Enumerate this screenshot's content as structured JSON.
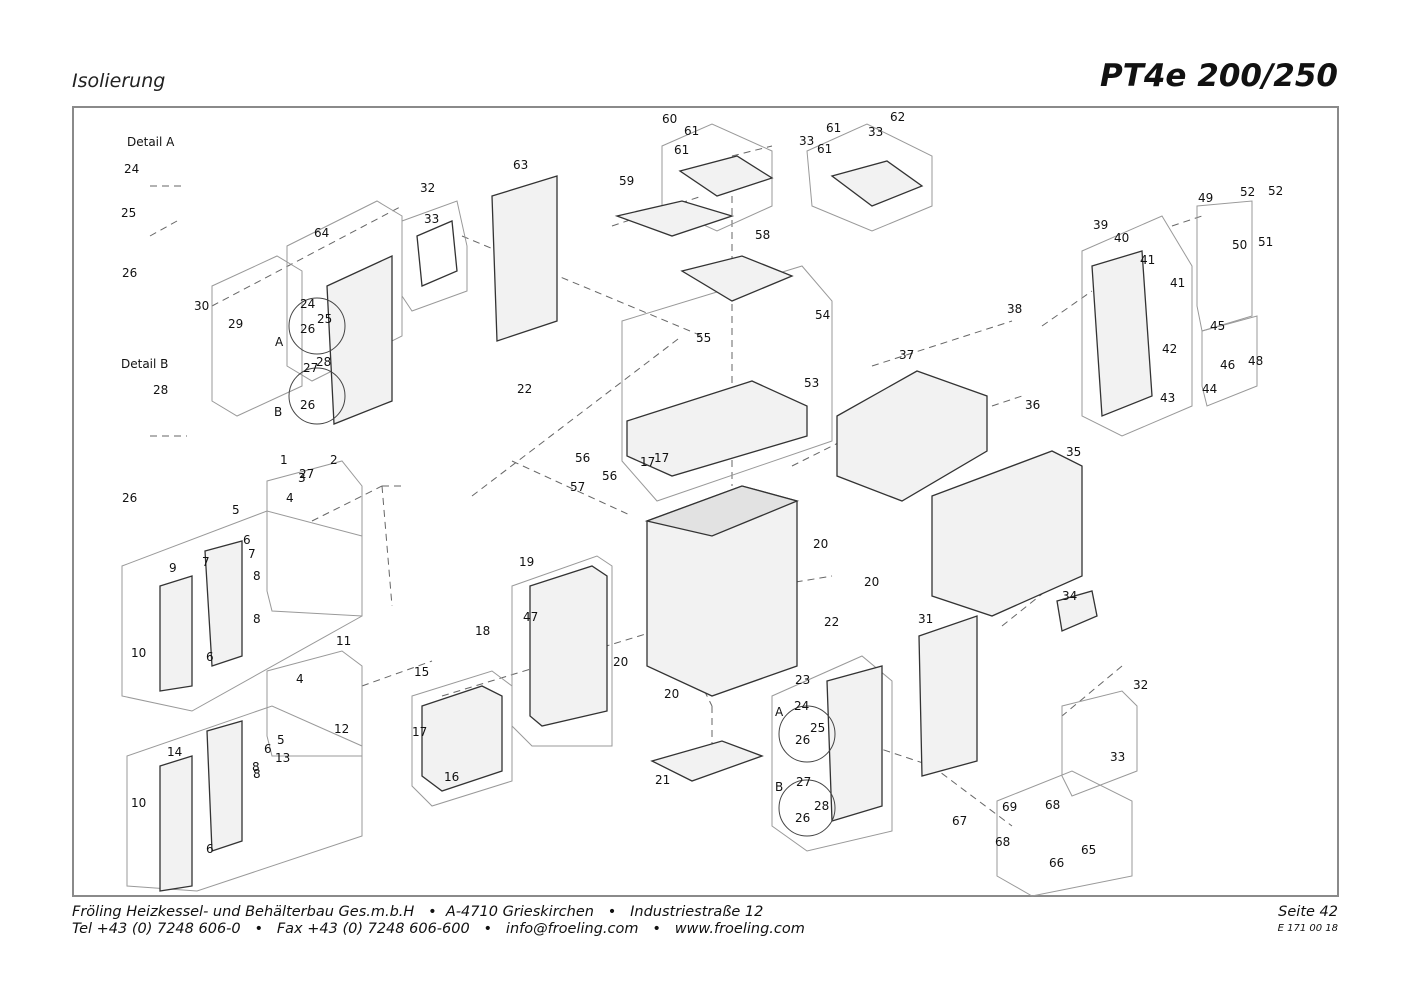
{
  "header": {
    "section": "Isolierung",
    "model": "PT4e 200/250"
  },
  "footer": {
    "company_line": "Fröling Heizkessel- und Behälterbau Ges.m.b.H   •  A-4710 Grieskirchen   •   Industriestraße 12",
    "contact_line": "Tel +43 (0) 7248 606-0   •   Fax +43 (0) 7248 606-600   •   info@froeling.com   •   www.froeling.com",
    "page": "Seite 42",
    "doc_code": "E 171 00 18"
  },
  "diagram": {
    "detail_labels": [
      "Detail A",
      "Detail B",
      "A",
      "B",
      "A",
      "B"
    ],
    "part_numbers": [
      "1",
      "2",
      "3",
      "4",
      "4",
      "5",
      "5",
      "6",
      "6",
      "6",
      "6",
      "7",
      "7",
      "8",
      "8",
      "8",
      "8",
      "9",
      "10",
      "10",
      "11",
      "12",
      "13",
      "14",
      "15",
      "16",
      "17",
      "17",
      "17",
      "18",
      "19",
      "20",
      "20",
      "20",
      "20",
      "21",
      "22",
      "22",
      "23",
      "24",
      "24",
      "24",
      "25",
      "25",
      "25",
      "26",
      "26",
      "26",
      "26",
      "26",
      "26",
      "27",
      "27",
      "27",
      "28",
      "28",
      "28",
      "29",
      "30",
      "31",
      "32",
      "32",
      "33",
      "33",
      "33",
      "33",
      "34",
      "35",
      "36",
      "37",
      "38",
      "39",
      "40",
      "41",
      "41",
      "42",
      "43",
      "44",
      "45",
      "46",
      "47",
      "48",
      "49",
      "50",
      "51",
      "52",
      "52",
      "53",
      "54",
      "55",
      "56",
      "56",
      "57",
      "58",
      "59",
      "60",
      "61",
      "61",
      "61",
      "61",
      "62",
      "63",
      "64",
      "65",
      "66",
      "67",
      "68",
      "68",
      "69"
    ]
  }
}
